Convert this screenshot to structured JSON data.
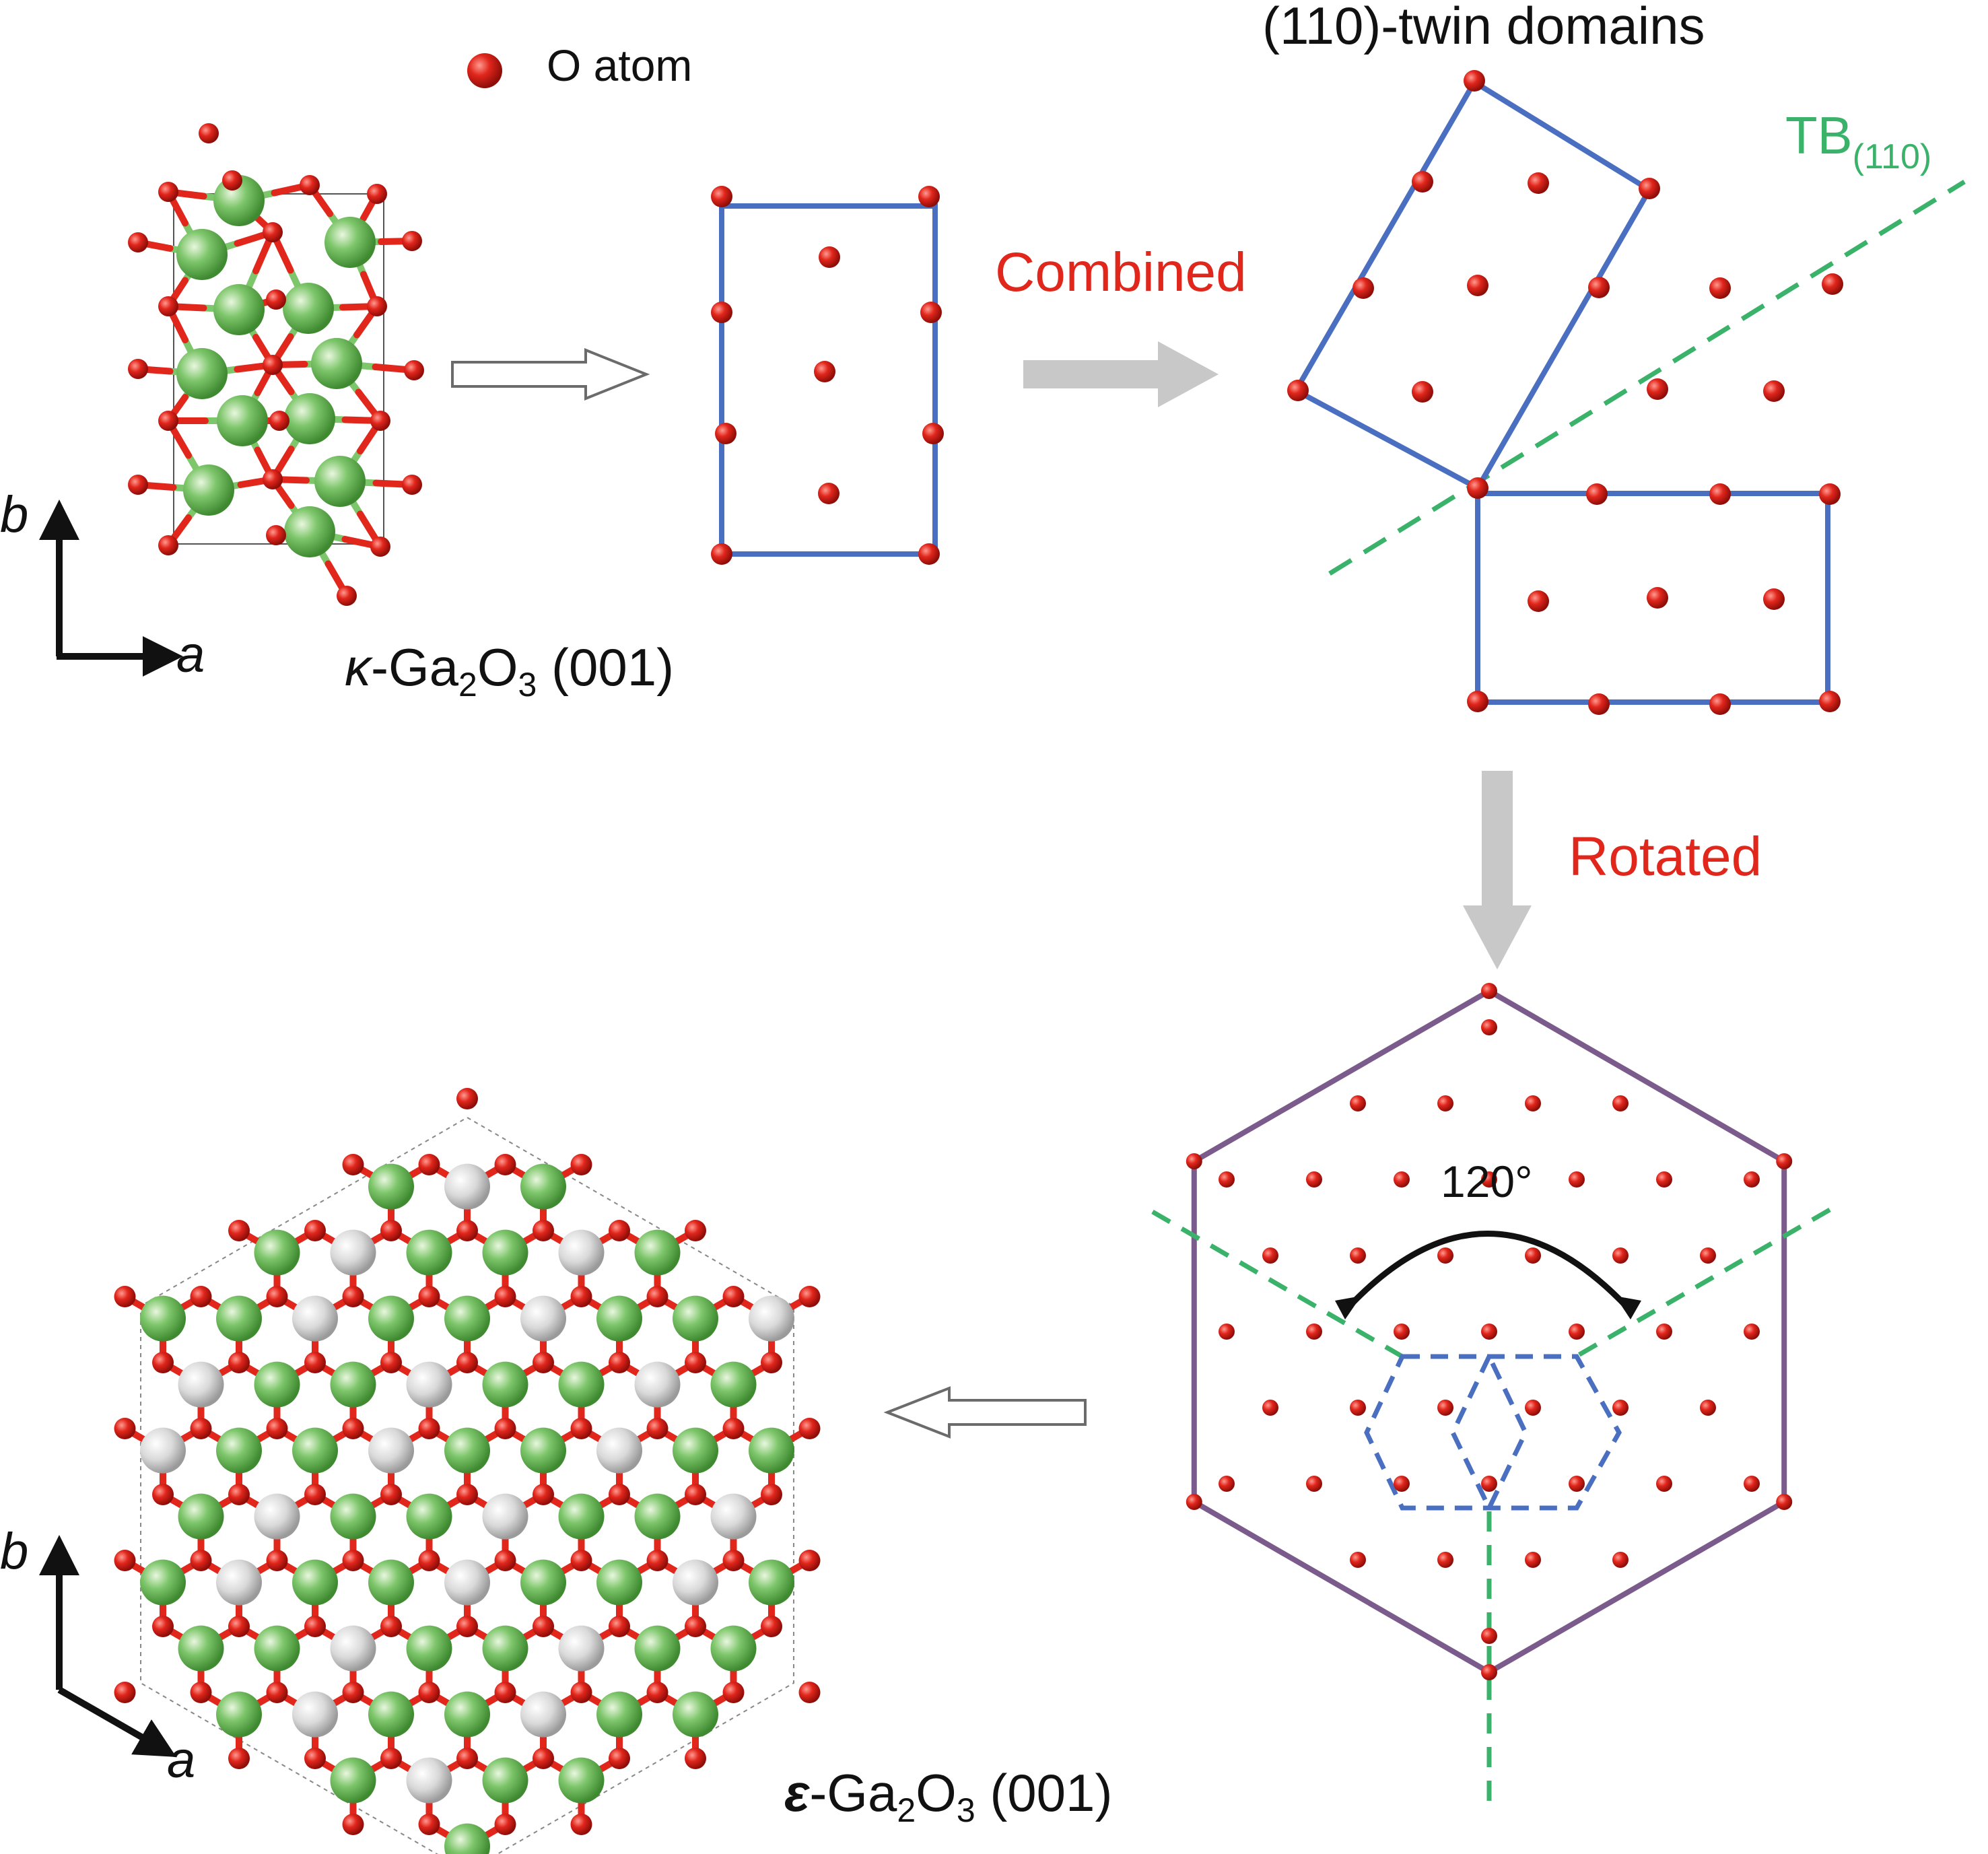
{
  "legend": {
    "o_atom_label": "O atom"
  },
  "kappa": {
    "axis_b": "b",
    "axis_a": "a",
    "label_symbol": "κ",
    "label_compound_prefix": "-Ga",
    "label_sub1": "2",
    "label_O": "O",
    "label_sub2": "3",
    "label_plane": " (001)"
  },
  "steps": {
    "combined": "Combined",
    "rotated": "Rotated"
  },
  "twin": {
    "title": "(110)-twin domains",
    "tb_label": "TB",
    "tb_sub": "(110)"
  },
  "hexagon": {
    "angle_label": "120°"
  },
  "epsilon": {
    "axis_b": "b",
    "axis_a": "a",
    "label_symbol": "ε",
    "label_compound_prefix": "-Ga",
    "label_sub1": "2",
    "label_O": "O",
    "label_sub2": "3",
    "label_plane": " (001)"
  },
  "colors": {
    "oxygen": "#e1261c",
    "gallium": "#7ec66b",
    "gallium_alt": "#d9d9d9",
    "cell_outline": "#4a6fc0",
    "twin_boundary": "#3ab26a",
    "hexagon_outline": "#7b5a8c",
    "step_text": "#e1261c",
    "arrow_gray": "#c8c8c8"
  }
}
